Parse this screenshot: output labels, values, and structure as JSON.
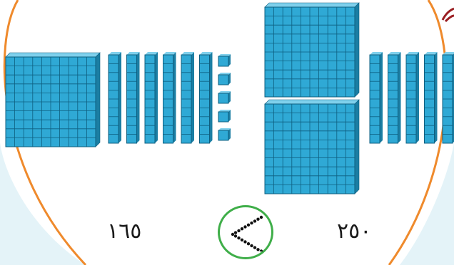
{
  "comparison": {
    "left_number": "١٦٥",
    "symbol": "<",
    "right_number": "٢٥٠"
  },
  "left_blocks": {
    "hundreds": 1,
    "tens": 6,
    "ones": 5
  },
  "right_blocks": {
    "hundreds": 2,
    "tens": 5,
    "ones": 0
  },
  "colors": {
    "block_fill": "#2fa9d5",
    "block_grid": "#0e5f80",
    "arc": "#ef8a2c",
    "circle": "#3fae49",
    "bg_light": "#e4f3f8"
  }
}
